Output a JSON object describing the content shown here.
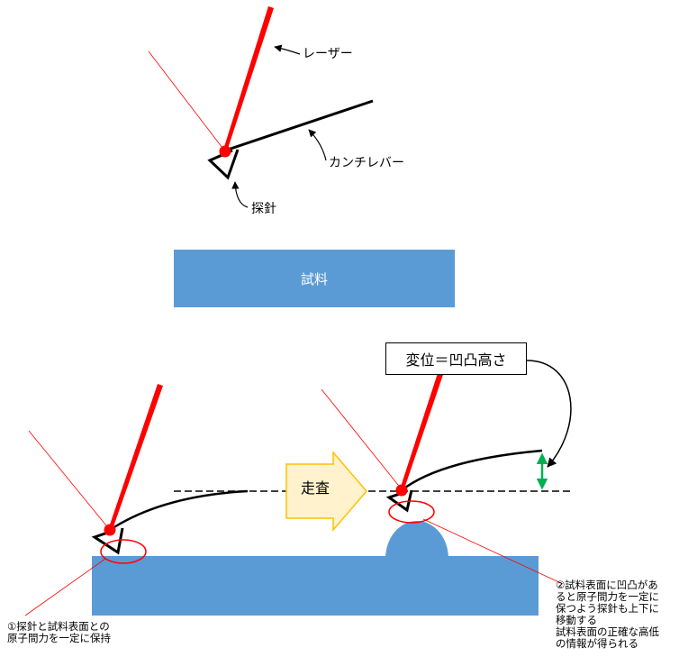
{
  "labels": {
    "laser": "レーザー",
    "cantilever": "カンチレバー",
    "probe": "探針",
    "sample": "試料",
    "displacement": "変位＝凹凸高さ",
    "scan": "走査"
  },
  "notes": {
    "left": [
      "①探針と試料表面との",
      "原子間力を一定に保持"
    ],
    "right": [
      "②試料表面に凹凸があ",
      "ると原子間力を一定に",
      "保つよう探針も上下に",
      "移動する",
      "試料表面の正確な高低",
      "の情報が得られる"
    ]
  },
  "colors": {
    "laser": "#ff0000",
    "sample": "#5b9bd5",
    "arrow_fill": "#fff2cc",
    "arrow_stroke": "#ffc000",
    "measure": "#00b050",
    "dashed": "#000000"
  }
}
